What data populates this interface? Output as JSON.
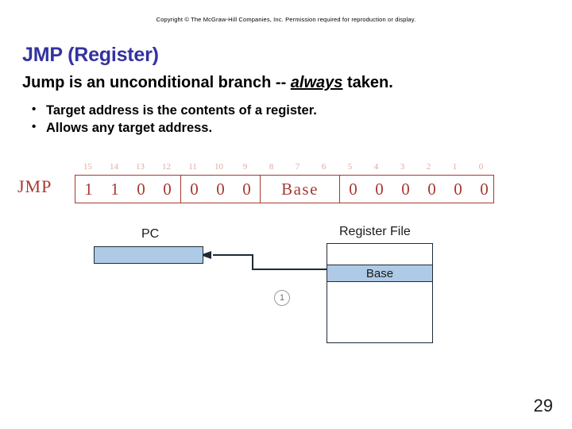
{
  "slide": {
    "copyright": "Copyright © The McGraw-Hill Companies, Inc. Permission required for reproduction or display.",
    "title": "JMP (Register)",
    "lead_before": "Jump is an unconditional branch -- ",
    "lead_emphasis": "always",
    "lead_after": " taken.",
    "page_number": "29",
    "title_color": "#3333A0",
    "encoding_color": "#A63A30",
    "highlight_color": "#AECAE6",
    "outline_color": "#1e2b38"
  },
  "bullets": [
    {
      "text": "Target address is the contents of a register."
    },
    {
      "text": "Allows any target address."
    }
  ],
  "encoding": {
    "mnemonic": "JMP",
    "bit_numbers": [
      "15",
      "14",
      "13",
      "12",
      "11",
      "10",
      "9",
      "8",
      "7",
      "6",
      "5",
      "4",
      "3",
      "2",
      "1",
      "0"
    ],
    "groups": [
      {
        "name": "opcode",
        "cells": [
          "1",
          "1",
          "0",
          "0"
        ]
      },
      {
        "name": "unused-high",
        "cells": [
          "0",
          "0",
          "0"
        ]
      },
      {
        "name": "base-register",
        "cells": [
          "Base"
        ],
        "wide": true
      },
      {
        "name": "unused-low",
        "cells": [
          "0",
          "0",
          "0",
          "0",
          "0",
          "0"
        ]
      }
    ]
  },
  "diagram": {
    "pc_label": "PC",
    "register_file_label": "Register File",
    "base_row_label": "Base",
    "step_marker": "1"
  }
}
